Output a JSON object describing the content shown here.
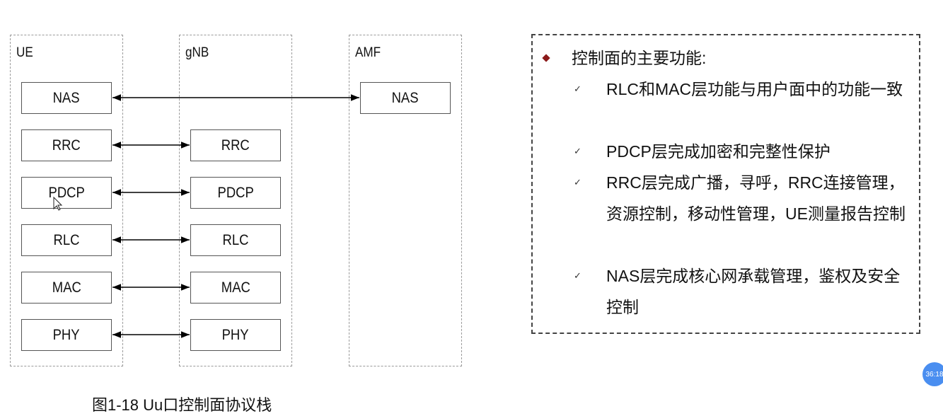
{
  "diagram": {
    "columns": [
      {
        "id": "ue",
        "label": "UE"
      },
      {
        "id": "gnb",
        "label": "gNB"
      },
      {
        "id": "amf",
        "label": "AMF"
      }
    ],
    "ue_layers": [
      "NAS",
      "RRC",
      "PDCP",
      "RLC",
      "MAC",
      "PHY"
    ],
    "gnb_layers": [
      "RRC",
      "PDCP",
      "RLC",
      "MAC",
      "PHY"
    ],
    "amf_layers": [
      "NAS"
    ],
    "links": [
      {
        "from": "UE NAS",
        "to": "AMF NAS",
        "bidirectional": true
      },
      {
        "from": "UE RRC",
        "to": "gNB RRC",
        "bidirectional": true
      },
      {
        "from": "UE PDCP",
        "to": "gNB PDCP",
        "bidirectional": true
      },
      {
        "from": "UE RLC",
        "to": "gNB RLC",
        "bidirectional": true
      },
      {
        "from": "UE MAC",
        "to": "gNB MAC",
        "bidirectional": true
      },
      {
        "from": "UE PHY",
        "to": "gNB PHY",
        "bidirectional": true
      }
    ],
    "caption": "图1-18  Uu口控制面协议栈"
  },
  "panel": {
    "title": "控制面的主要功能:",
    "items": [
      "RLC和MAC层功能与用户面中的功能一致",
      "PDCP层完成加密和完整性保护",
      "RRC层完成广播，寻呼，RRC连接管理，资源控制，移动性管理，UE测量报告控制",
      "NAS层完成核心网承载管理，鉴权及安全控制"
    ],
    "bullet_glyph": "✓",
    "accent_color": "#8b1a1a"
  },
  "timer_badge": "36:18",
  "colors": {
    "box_border": "#555555",
    "column_border": "#9a9a9a",
    "badge": "#4a8ef0"
  }
}
